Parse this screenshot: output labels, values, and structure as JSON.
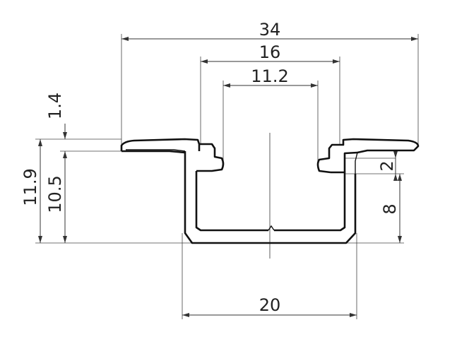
{
  "dimensions": {
    "overall_width": "34",
    "opening_width": "16",
    "inner_slot_width": "11.2",
    "base_width": "20",
    "lip_thickness": "1.4",
    "total_height": "11.9",
    "channel_height": "10.5",
    "step_height": "2",
    "inner_depth": "8"
  },
  "colors": {
    "line": "#111111",
    "background": "#ffffff"
  }
}
